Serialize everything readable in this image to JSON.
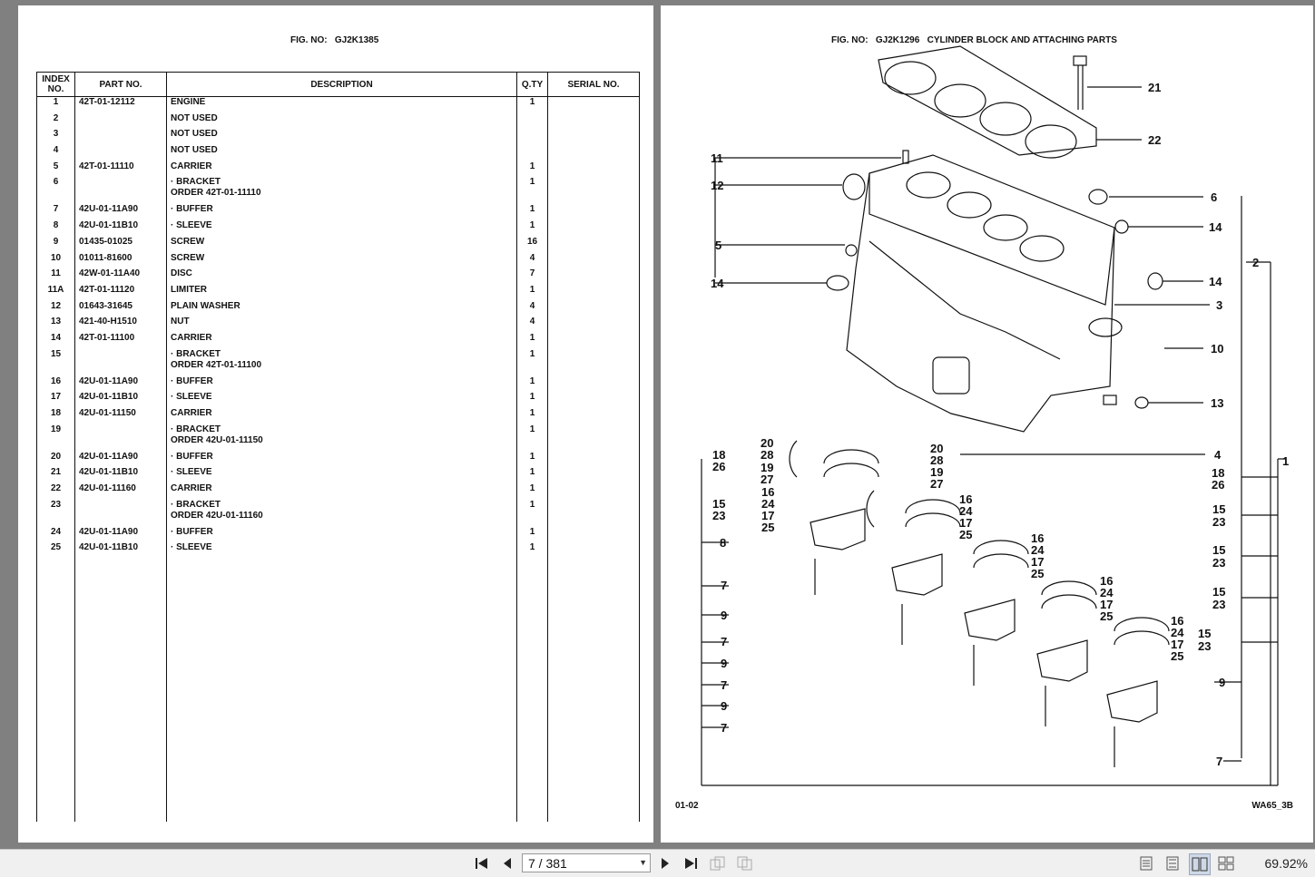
{
  "left_page": {
    "fig_label": "FIG. NO:",
    "fig_no": "GJ2K1385",
    "headers": {
      "index": "INDEX NO.",
      "part": "PART NO.",
      "desc": "DESCRIPTION",
      "qty": "Q.TY",
      "serial": "SERIAL NO."
    },
    "rows": [
      {
        "idx": "1",
        "part": "42T-01-12112",
        "desc": "ENGINE",
        "qty": "1"
      },
      {
        "idx": "2",
        "part": "",
        "desc": "NOT USED",
        "qty": ""
      },
      {
        "idx": "3",
        "part": "",
        "desc": "NOT USED",
        "qty": ""
      },
      {
        "idx": "4",
        "part": "",
        "desc": "NOT USED",
        "qty": ""
      },
      {
        "idx": "5",
        "part": "42T-01-11110",
        "desc": "CARRIER",
        "qty": "1"
      },
      {
        "idx": "6",
        "part": "",
        "desc": "·  BRACKET",
        "desc2": "ORDER 42T-01-11110",
        "qty": "1"
      },
      {
        "idx": "7",
        "part": "42U-01-11A90",
        "desc": "·  BUFFER",
        "qty": "1"
      },
      {
        "idx": "8",
        "part": "42U-01-11B10",
        "desc": "·  SLEEVE",
        "qty": "1"
      },
      {
        "idx": "9",
        "part": "01435-01025",
        "desc": "SCREW",
        "qty": "16"
      },
      {
        "idx": "10",
        "part": "01011-81600",
        "desc": "SCREW",
        "qty": "4"
      },
      {
        "idx": "11",
        "part": "42W-01-11A40",
        "desc": "DISC",
        "qty": "7"
      },
      {
        "idx": "11A",
        "part": "42T-01-11120",
        "desc": "LIMITER",
        "qty": "1"
      },
      {
        "idx": "12",
        "part": "01643-31645",
        "desc": "PLAIN WASHER",
        "qty": "4"
      },
      {
        "idx": "13",
        "part": "421-40-H1510",
        "desc": "NUT",
        "qty": "4"
      },
      {
        "idx": "14",
        "part": "42T-01-11100",
        "desc": "CARRIER",
        "qty": "1"
      },
      {
        "idx": "15",
        "part": "",
        "desc": "·  BRACKET",
        "desc2": "ORDER 42T-01-11100",
        "qty": "1"
      },
      {
        "idx": "16",
        "part": "42U-01-11A90",
        "desc": "·  BUFFER",
        "qty": "1"
      },
      {
        "idx": "17",
        "part": "42U-01-11B10",
        "desc": "·  SLEEVE",
        "qty": "1"
      },
      {
        "idx": "18",
        "part": "42U-01-11150",
        "desc": "CARRIER",
        "qty": "1"
      },
      {
        "idx": "19",
        "part": "",
        "desc": "·  BRACKET",
        "desc2": "ORDER 42U-01-11150",
        "qty": "1"
      },
      {
        "idx": "20",
        "part": "42U-01-11A90",
        "desc": "·  BUFFER",
        "qty": "1"
      },
      {
        "idx": "21",
        "part": "42U-01-11B10",
        "desc": "·  SLEEVE",
        "qty": "1"
      },
      {
        "idx": "22",
        "part": "42U-01-11160",
        "desc": "CARRIER",
        "qty": "1"
      },
      {
        "idx": "23",
        "part": "",
        "desc": "·  BRACKET",
        "desc2": "ORDER 42U-01-11160",
        "qty": "1"
      },
      {
        "idx": "24",
        "part": "42U-01-11A90",
        "desc": "·  BUFFER",
        "qty": "1"
      },
      {
        "idx": "25",
        "part": "42U-01-11B10",
        "desc": "·  SLEEVE",
        "qty": "1"
      }
    ]
  },
  "right_page": {
    "fig_label": "FIG. NO:",
    "fig_no": "GJ2K1296",
    "fig_title": "CYLINDER BLOCK AND ATTACHING PARTS",
    "page_code": "01-02",
    "drawing_code": "WA65_3B",
    "callouts": {
      "c21": "21",
      "c22": "22",
      "c11": "11",
      "c12": "12",
      "c6": "6",
      "c14a": "14",
      "c2": "2",
      "c5": "5",
      "c14b": "14",
      "c14c": "14",
      "c3": "3",
      "c10": "10",
      "c13": "13",
      "c4": "4",
      "c1": "1",
      "c18": "18",
      "c26": "26",
      "c15a": "15",
      "c23a": "23",
      "c8": "8",
      "s1": [
        "20",
        "28",
        "19",
        "27"
      ],
      "s2": [
        "16",
        "24",
        "17",
        "25"
      ],
      "s3": [
        "20",
        "28",
        "19",
        "27"
      ],
      "s4": [
        "16",
        "24",
        "17",
        "25"
      ],
      "s5": [
        "16",
        "24",
        "17",
        "25"
      ],
      "s6": [
        "16",
        "24",
        "17",
        "25"
      ],
      "s7": [
        "16",
        "24",
        "17",
        "25"
      ],
      "r18": "18",
      "r26": "26",
      "r15": [
        "15",
        "15",
        "15",
        "15"
      ],
      "r23": [
        "23",
        "23",
        "23",
        "23"
      ],
      "l7": [
        "7",
        "7",
        "7",
        "7"
      ],
      "l9": [
        "9",
        "9",
        "9"
      ],
      "r9": "9",
      "r7": "7"
    }
  },
  "toolbar": {
    "page_input": "7 / 381",
    "zoom": "69.92%"
  }
}
